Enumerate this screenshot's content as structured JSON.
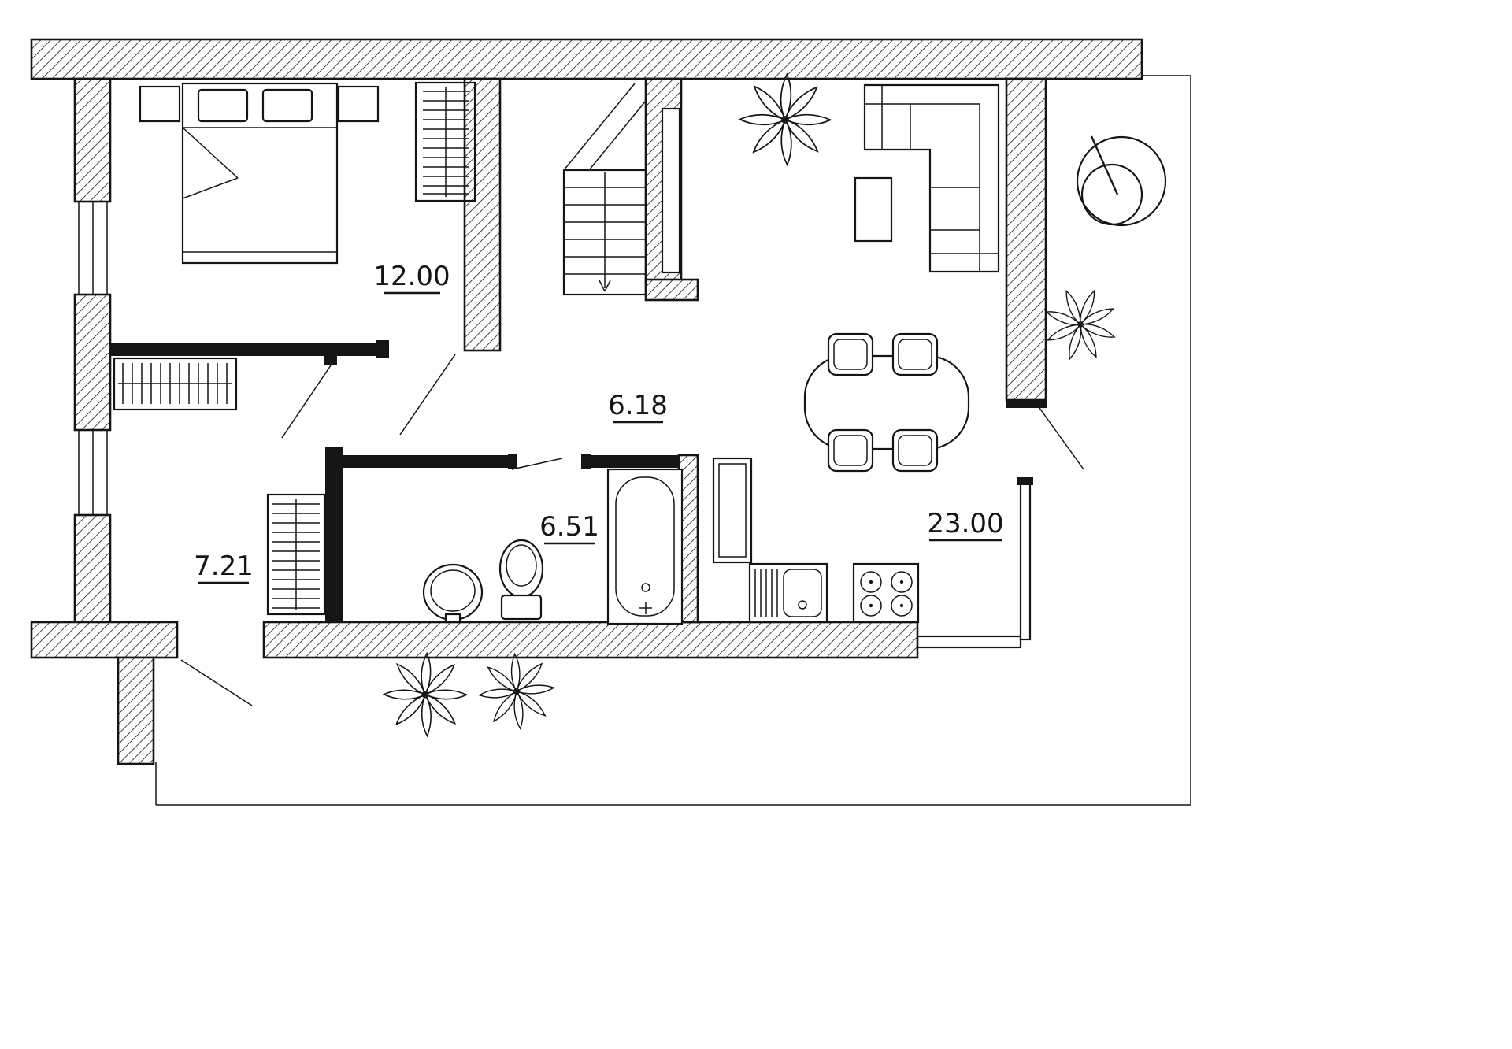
{
  "drawing": {
    "type": "floor-plan",
    "colors": {
      "ink": "#151515",
      "paper": "#ffffff"
    },
    "area_labels": [
      {
        "room": "bedroom",
        "value": "12.00"
      },
      {
        "room": "hall-staircase",
        "value": "6.18"
      },
      {
        "room": "corridor",
        "value": "7.21"
      },
      {
        "room": "bathroom",
        "value": "6.51"
      },
      {
        "room": "living-room-kitchen",
        "value": "23.00"
      }
    ]
  }
}
